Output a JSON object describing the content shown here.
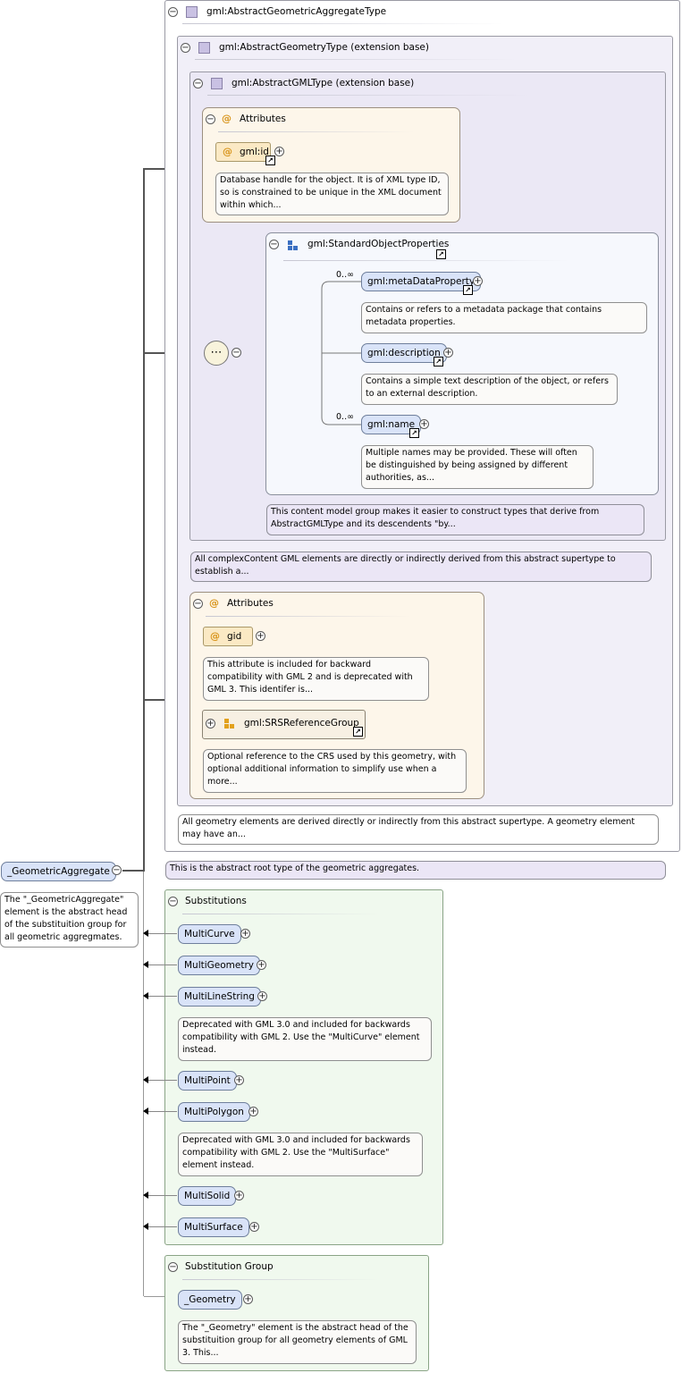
{
  "root_element": {
    "name": "_GeometricAggregate",
    "doc": "The \"_GeometricAggregate\" element is the abstract head of the substituition group for all geometric aggregmates."
  },
  "type": {
    "title": "gml:AbstractGeometricAggregateType",
    "doc": "This is the abstract root type of the geometric aggregates.",
    "geometry_base": {
      "title": "gml:AbstractGeometryType (extension base)",
      "doc": "All geometry elements are derived directly or indirectly from this abstract supertype. A geometry element may have an...",
      "gml_base": {
        "title": "gml:AbstractGMLType (extension base)",
        "doc": "All complexContent GML elements are directly or indirectly derived from this abstract supertype to establish a...",
        "attributes": {
          "title": "Attributes",
          "id_name": "gml:id",
          "id_doc": "Database handle for the object. It is of XML type ID, so is constrained to be unique in the XML document within which..."
        },
        "group": {
          "title": "gml:StandardObjectProperties",
          "doc": "This content model group makes it easier to construct types that derive from AbstractGMLType and its descendents \"by...",
          "items": [
            {
              "name": "gml:metaDataProperty",
              "mult": "0..∞",
              "doc": "Contains or refers to a metadata package that contains metadata properties."
            },
            {
              "name": "gml:description",
              "mult": "",
              "doc": "Contains a simple text description of the object, or refers to an external description."
            },
            {
              "name": "gml:name",
              "mult": "0..∞",
              "doc": "Multiple names may be provided. These will often be distinguished by being assigned by different authorities, as..."
            }
          ]
        }
      },
      "attributes": {
        "title": "Attributes",
        "gid_name": "gid",
        "gid_doc": "This attribute is included for backward compatibility with GML 2 and is deprecated with GML 3. This identifer is...",
        "srs_name": "gml:SRSReferenceGroup",
        "srs_doc": "Optional reference to the CRS used by this geometry, with optional additional information to simplify use when a more..."
      }
    }
  },
  "substitutions": {
    "title": "Substitutions",
    "items": [
      {
        "name": "MultiCurve"
      },
      {
        "name": "MultiGeometry"
      },
      {
        "name": "MultiLineString",
        "doc": "Deprecated with GML 3.0 and included for backwards compatibility with GML 2. Use the \"MultiCurve\" element instead."
      },
      {
        "name": "MultiPoint"
      },
      {
        "name": "MultiPolygon",
        "doc": "Deprecated with GML 3.0 and included for backwards compatibility with GML 2. Use the \"MultiSurface\" element instead."
      },
      {
        "name": "MultiSolid"
      },
      {
        "name": "MultiSurface"
      }
    ]
  },
  "substitution_group": {
    "title": "Substitution Group",
    "name": "_Geometry",
    "doc": "The \"_Geometry\" element is the abstract head of the substituition group for all geometry elements of GML 3. This..."
  },
  "symbols": {
    "collapse": "−",
    "expand": "+",
    "attribute_marker": "@",
    "link": "↗"
  }
}
